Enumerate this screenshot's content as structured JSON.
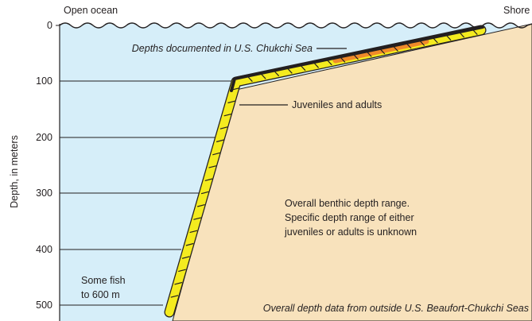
{
  "labels": {
    "open_ocean": "Open ocean",
    "shore": "Shore",
    "y_axis": "Depth, in meters",
    "chukchi_note": "Depths documented in U.S. Chukchi Sea",
    "juveniles_adults": "Juveniles and adults",
    "benthic_line1": "Overall benthic depth range.",
    "benthic_line2": "Specific depth range of either",
    "benthic_line3": "juveniles or adults is unknown",
    "some_fish_line1": "Some fish",
    "some_fish_line2": "to 600 m",
    "outside_note": "Overall depth data from outside U.S. Beaufort-Chukchi Seas"
  },
  "depth_ticks": [
    "0",
    "100",
    "200",
    "300",
    "400",
    "500"
  ],
  "colors": {
    "water": "#d6eef9",
    "seafloor": "#f8e2bc",
    "range_band": "#f4eb1f",
    "chukchi_band": "#f08a2a",
    "outline": "#231f20"
  }
}
